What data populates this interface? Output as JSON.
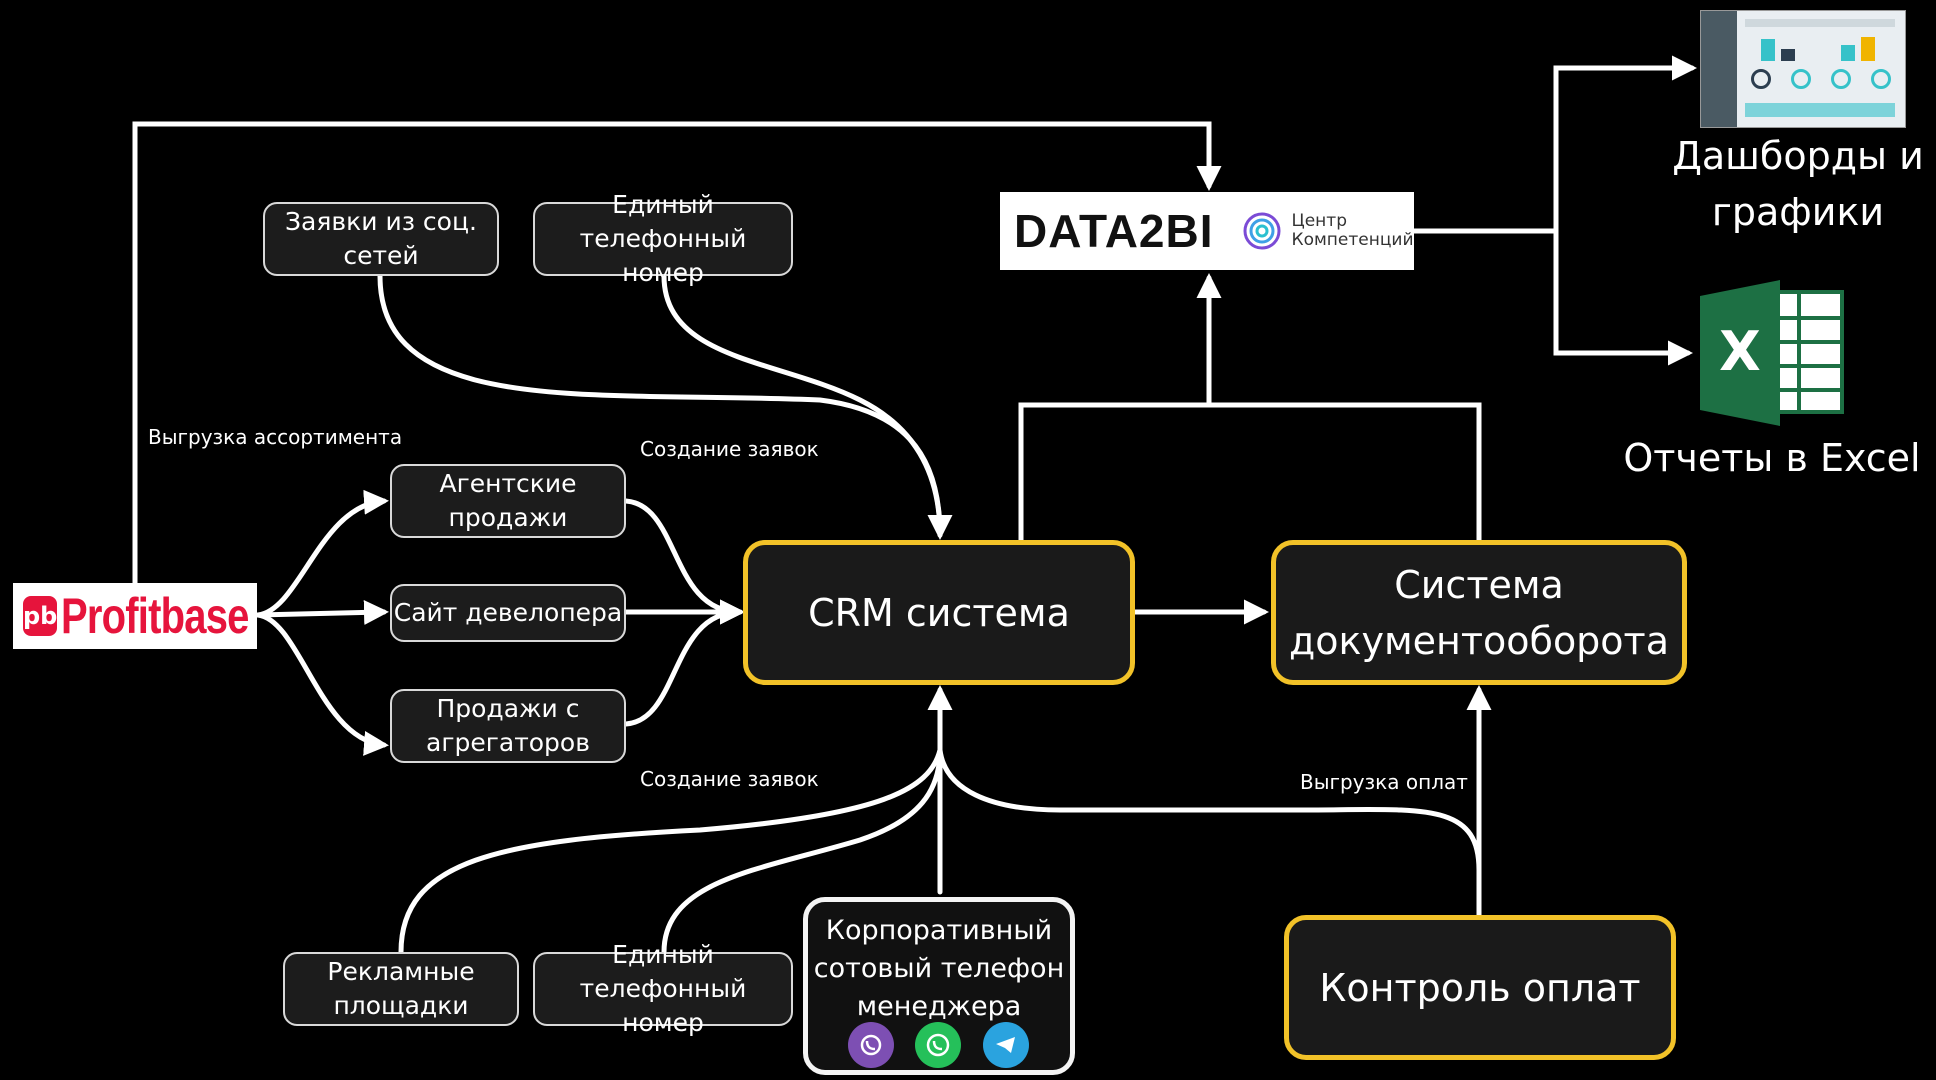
{
  "nodes": {
    "social_requests": "Заявки из соц.\nсетей",
    "phone_top": "Единый\nтелефонный номер",
    "agency_sales": "Агентские\nпродажи",
    "dev_site": "Сайт девелопера",
    "aggregator_sales": "Продажи с\nагрегаторов",
    "crm": "CRM система",
    "docflow": "Система\nдокументооборота",
    "ad_platforms": "Рекламные\nплощадки",
    "phone_bottom": "Единый\nтелефонный номер",
    "corp_phone": "Корпоративный\nсотовый телефон\nменеджера",
    "payment_control": "Контроль оплат"
  },
  "labels": {
    "assortment_export": "Выгрузка ассортимента",
    "create_requests_top": "Создание заявок",
    "create_requests_bottom": "Создание заявок",
    "payments_export": "Выгрузка оплат"
  },
  "logos": {
    "profitbase_mark": "pb",
    "profitbase_name": "Profitbase",
    "data2bi_name": "DATA2BI",
    "data2bi_sub": "Центр\nКомпетенций"
  },
  "outputs": {
    "dashboards": "Дашборды и\nграфики",
    "excel_reports": "Отчеты в Excel",
    "excel_letter": "X"
  },
  "messengers": [
    "viber-icon",
    "whatsapp-icon",
    "telegram-icon"
  ],
  "colors": {
    "background": "#000000",
    "accent_border": "#f2c228",
    "profitbase_red": "#e6143c",
    "excel_green": "#1d7044",
    "viber": "#7d4fb3",
    "whatsapp": "#25c05a",
    "telegram": "#2aa3df"
  }
}
